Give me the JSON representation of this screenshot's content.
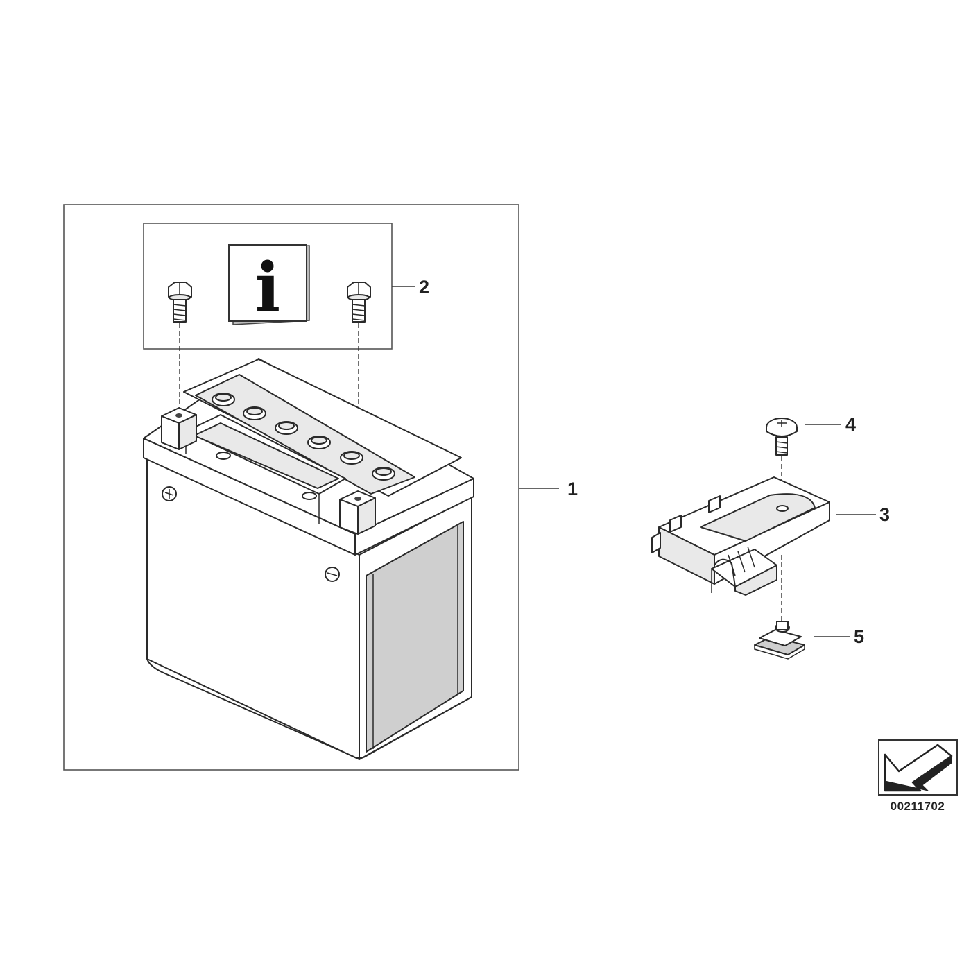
{
  "callouts": {
    "part_1": "1",
    "part_2": "2",
    "part_3": "3",
    "part_4": "4",
    "part_5": "5"
  },
  "info_symbol": "i",
  "diagram_number": "00211702",
  "icons": {
    "info": "info-icon",
    "direction": "direction-arrow-icon"
  },
  "colors": {
    "line": "#2a2a2a",
    "frame": "#555555",
    "background": "#ffffff"
  }
}
